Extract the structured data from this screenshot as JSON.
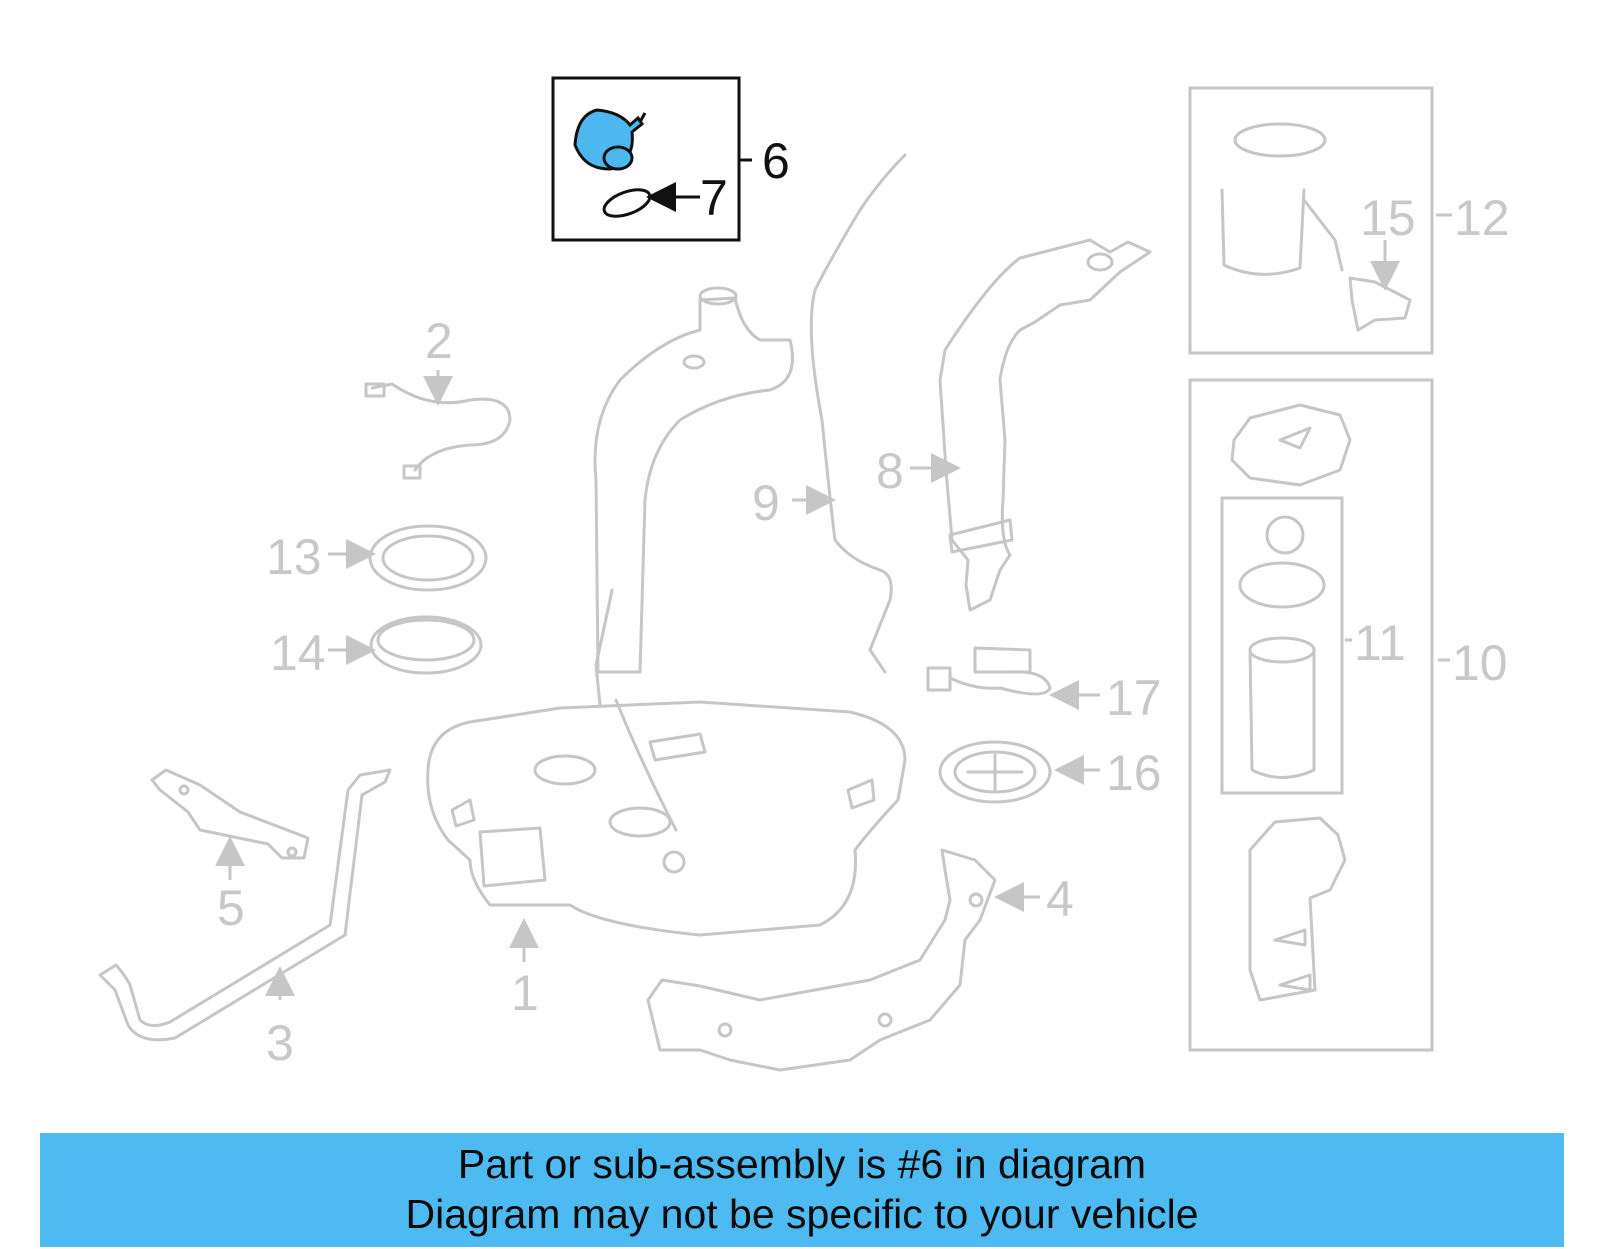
{
  "callouts": {
    "c1": "1",
    "c2": "2",
    "c3": "3",
    "c4": "4",
    "c5": "5",
    "c6": "6",
    "c7": "7",
    "c8": "8",
    "c9": "9",
    "c10": "10",
    "c11": "11",
    "c12": "12",
    "c13": "13",
    "c14": "14",
    "c15": "15",
    "c16": "16",
    "c17": "17"
  },
  "highlighted_part": "6",
  "colors": {
    "highlight": "#4db8f0",
    "faded": "#c6c6c6",
    "banner": "#4dbaf1"
  },
  "banner": {
    "line1": "Part or sub-assembly is #6 in diagram",
    "line2": "Diagram may not be specific to your vehicle"
  }
}
